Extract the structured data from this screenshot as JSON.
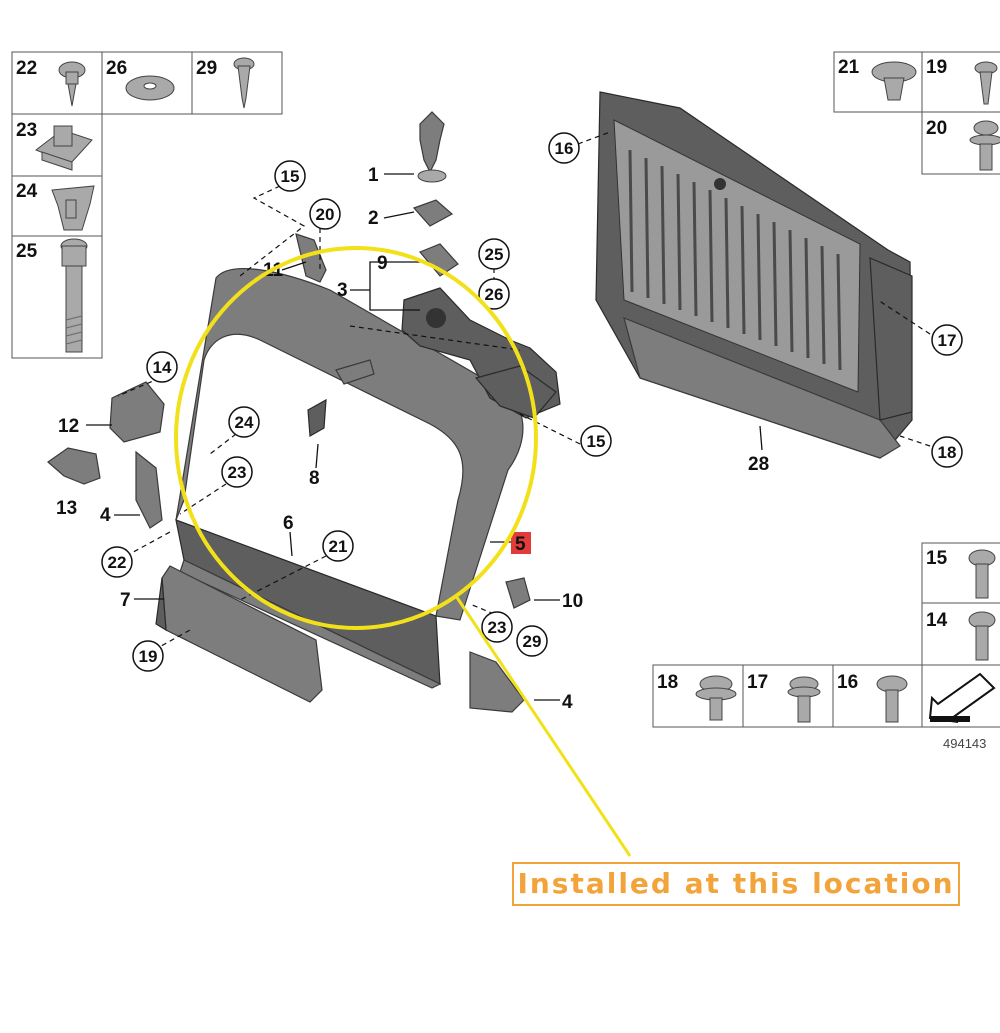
{
  "diagram": {
    "reference_number": "494143",
    "callout_text": "Installed at this location",
    "highlight_color": "#f2e11a",
    "callout_color": "#f2a33a",
    "marker_color": "#e23b3b",
    "highlighted_part": "5",
    "fastener_table_left": [
      "22",
      "26",
      "29",
      "23",
      "24",
      "25"
    ],
    "fastener_table_right": [
      "21",
      "19",
      "20",
      "15",
      "14",
      "18",
      "17",
      "16"
    ],
    "plain_labels": [
      "1",
      "2",
      "3",
      "9",
      "11",
      "12",
      "13",
      "4",
      "4",
      "6",
      "7",
      "8",
      "10",
      "28",
      "5"
    ],
    "circled_labels": [
      "15",
      "20",
      "25",
      "26",
      "14",
      "24",
      "23",
      "22",
      "21",
      "19",
      "15",
      "23",
      "29",
      "16",
      "17",
      "18"
    ]
  }
}
